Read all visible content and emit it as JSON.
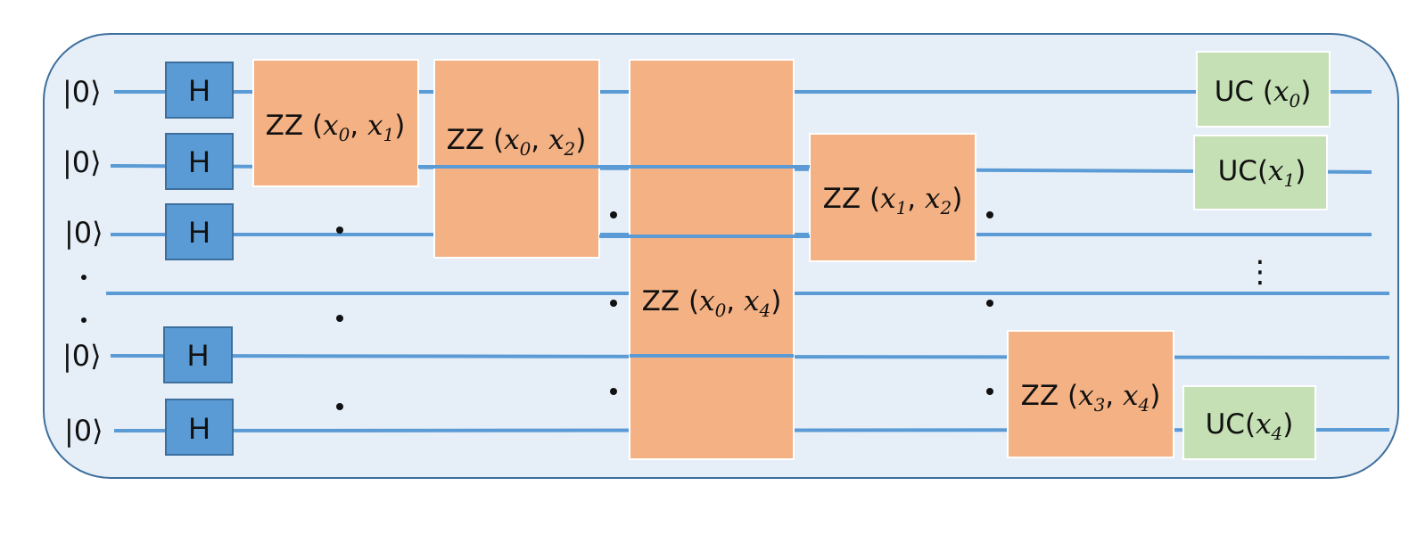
{
  "colors": {
    "panel_fill": "#e6eef8",
    "panel_stroke": "#3d6f9d",
    "wire": "#5b9bd5",
    "h_gate_fill": "#5b9bd5",
    "h_gate_stroke": "#3d6f9d",
    "zz_gate_fill": "#f4b183",
    "uc_gate_fill": "#c5e0b4"
  },
  "qubits": [
    {
      "init": "|0⟩"
    },
    {
      "init": "|0⟩"
    },
    {
      "init": "|0⟩"
    },
    {
      "init": "|0⟩"
    },
    {
      "init": "|0⟩"
    }
  ],
  "h_gates": [
    {
      "label": "H"
    },
    {
      "label": "H"
    },
    {
      "label": "H"
    },
    {
      "label": "H"
    },
    {
      "label": "H"
    }
  ],
  "zz_gates": [
    {
      "prefix": "ZZ (",
      "a": "x",
      "a_sub": "0",
      "sep": ", ",
      "b": "x",
      "b_sub": "1",
      "suffix": ")"
    },
    {
      "prefix": "ZZ (",
      "a": "x",
      "a_sub": "0",
      "sep": ", ",
      "b": "x",
      "b_sub": "2",
      "suffix": ")"
    },
    {
      "prefix": "ZZ (",
      "a": "x",
      "a_sub": "0",
      "sep": ", ",
      "b": "x",
      "b_sub": "4",
      "suffix": ")"
    },
    {
      "prefix": "ZZ (",
      "a": "x",
      "a_sub": "1",
      "sep": ", ",
      "b": "x",
      "b_sub": "2",
      "suffix": ")"
    },
    {
      "prefix": "ZZ (",
      "a": "x",
      "a_sub": "3",
      "sep": ", ",
      "b": "x",
      "b_sub": "4",
      "suffix": ")"
    }
  ],
  "uc_gates": [
    {
      "prefix": "UC (",
      "var": "x",
      "sub": "0",
      "suffix": ")"
    },
    {
      "prefix": "UC(",
      "var": "x",
      "sub": "1",
      "suffix": ")"
    },
    {
      "prefix": "UC(",
      "var": "x",
      "sub": "4",
      "suffix": ")"
    }
  ],
  "ellipsis": {
    "vertical": "⋮"
  }
}
